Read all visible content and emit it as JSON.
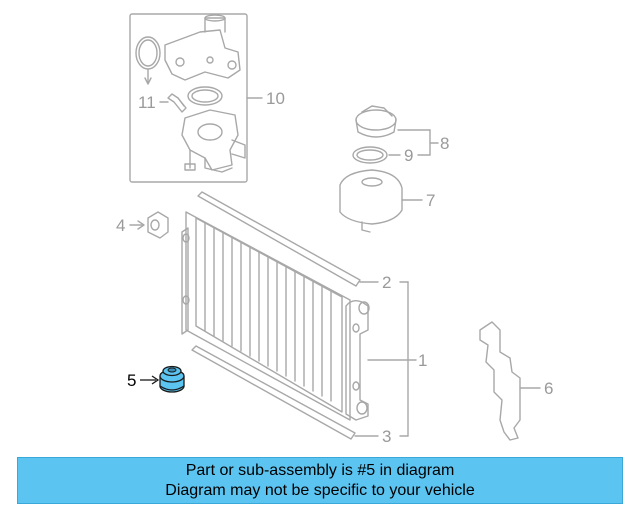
{
  "diagram": {
    "callouts": {
      "c1": "1",
      "c2": "2",
      "c3": "3",
      "c4": "4",
      "c5": "5",
      "c6": "6",
      "c7": "7",
      "c8": "8",
      "c9": "9",
      "c10": "10",
      "c11": "11"
    },
    "highlighted_part": "5"
  },
  "banner": {
    "line1": "Part or sub-assembly is #5 in diagram",
    "line2": "Diagram may not be specific to your vehicle"
  },
  "colors": {
    "line_art": "#a8a8a8",
    "highlight": "#5bc4f1",
    "banner_bg": "#5bc4f1"
  }
}
